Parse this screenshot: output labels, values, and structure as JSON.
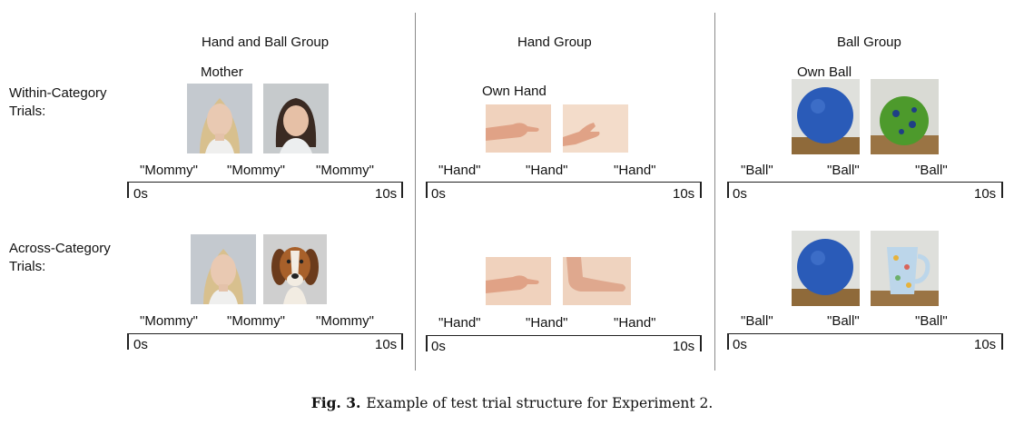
{
  "groups": {
    "hand_ball": "Hand and Ball Group",
    "hand": "Hand Group",
    "ball": "Ball Group"
  },
  "rows": {
    "within": "Within-Category\nTrials:",
    "across": "Across-Category\nTrials:"
  },
  "labels": {
    "mother": "Mother",
    "own_hand": "Own Hand",
    "own_ball": "Own Ball"
  },
  "words": {
    "mommy": "\"Mommy\"",
    "hand": "\"Hand\"",
    "ball": "\"Ball\""
  },
  "timeline": {
    "start": "0s",
    "end": "10s"
  },
  "caption": {
    "number": "Fig. 3.",
    "text": "Example of test trial structure for Experiment 2."
  },
  "colors": {
    "face_bg": "#c4c9cf",
    "skin": "#e2b49a",
    "ball_blue": "#2a5bb8",
    "ball_green": "#4d9a2c",
    "wood": "#8f6a3a",
    "wall": "#dfe0dc"
  }
}
